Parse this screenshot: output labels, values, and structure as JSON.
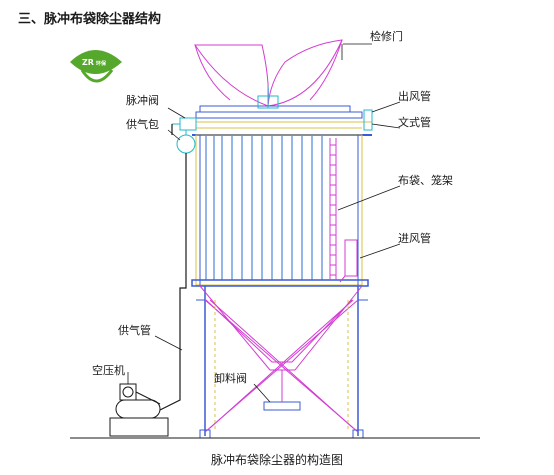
{
  "heading": "三、脉冲布袋除尘器结构",
  "caption": "脉冲布袋除尘器的构造图",
  "logo": {
    "text": "ZR",
    "sub": "环保"
  },
  "labels": {
    "inspection_door": "检修门",
    "pulse_valve": "脉冲阀",
    "air_bag": "供气包",
    "outlet_pipe": "出风管",
    "venturi_pipe": "文式管",
    "bag_cage": "布袋、笼架",
    "inlet_pipe": "进风管",
    "air_supply_pipe": "供气管",
    "compressor": "空压机",
    "discharge_valve": "卸料阀"
  },
  "colors": {
    "frame": "#3b5bd6",
    "bags": "#2b6fd0",
    "magenta": "#d23cd2",
    "yellow": "#d8c24a",
    "cyan": "#22b8c8",
    "dark": "#1a1a1a",
    "logo_green": "#55a82c"
  }
}
